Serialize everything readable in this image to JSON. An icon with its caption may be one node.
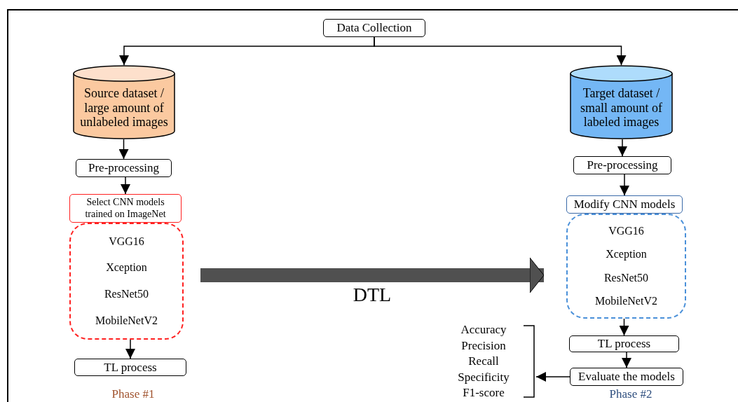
{
  "diagram": {
    "nodes": [
      {
        "text": [
          "Data Collection"
        ]
      },
      {
        "text": [
          "Source dataset / large amount of unlabeled images"
        ]
      },
      {
        "text": [
          "Target dataset / small amount of labeled images"
        ]
      },
      {
        "text": [
          "Pre-processing"
        ]
      },
      {
        "text": [
          "Select CNN models trained on ImageNet"
        ]
      },
      {
        "text": [
          "VGG16",
          "Xception",
          "ResNet50",
          "MobileNetV2"
        ]
      },
      {
        "text": [
          "TL process"
        ]
      },
      {
        "text": [
          "Pre-processing"
        ]
      },
      {
        "text": [
          "Modify CNN models"
        ]
      },
      {
        "text": [
          "VGG16",
          "Xception",
          "ResNet50",
          "MobileNetV2"
        ]
      },
      {
        "text": [
          "TL process"
        ]
      },
      {
        "text": [
          "Evaluate the models"
        ]
      },
      {
        "text": [
          "Accuracy",
          "Precision",
          "Recall",
          "Specificity",
          "F1-score"
        ]
      }
    ],
    "edges": [
      {
        "from": 0,
        "to": 1,
        "arrow": "to"
      },
      {
        "from": 0,
        "to": 2,
        "arrow": "to"
      },
      {
        "from": 1,
        "to": 3,
        "arrow": "to"
      },
      {
        "from": 3,
        "to": 4,
        "arrow": "to"
      },
      {
        "from": 5,
        "to": 6,
        "arrow": "to"
      },
      {
        "from": 5,
        "to": 9,
        "arrow": "to",
        "label": "DTL",
        "style": "thick",
        "color": "#505050"
      },
      {
        "from": 2,
        "to": 7,
        "arrow": "to"
      },
      {
        "from": 7,
        "to": 8,
        "arrow": "to"
      },
      {
        "from": 9,
        "to": 10,
        "arrow": "to"
      },
      {
        "from": 10,
        "to": 11,
        "arrow": "to"
      },
      {
        "from": 11,
        "to": 12,
        "arrow": "to"
      }
    ],
    "labels": [
      "Phase #1",
      "Phase #2"
    ]
  }
}
